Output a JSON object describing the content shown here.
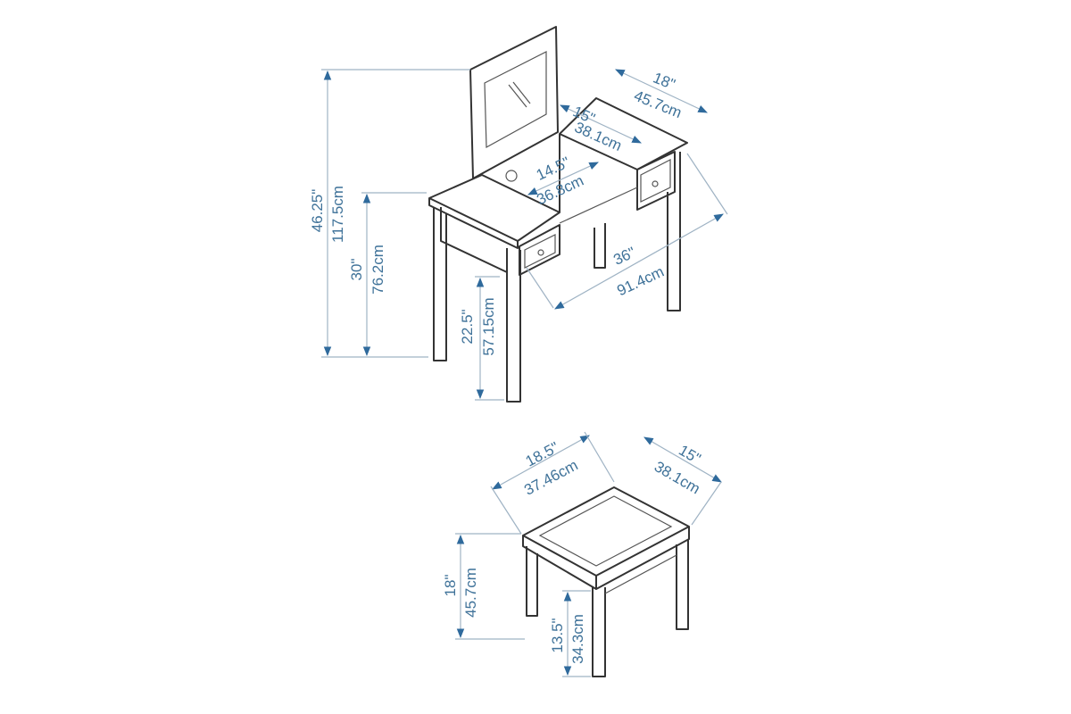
{
  "vanity": {
    "total_height_in": "46.25\"",
    "total_height_cm": "117.5cm",
    "table_height_in": "30\"",
    "table_height_cm": "76.2cm",
    "leg_clearance_in": "22.5\"",
    "leg_clearance_cm": "57.15cm",
    "depth_in": "18\"",
    "depth_cm": "45.7cm",
    "compartment_depth_in": "15\"",
    "compartment_depth_cm": "38.1cm",
    "compartment_width_in": "14.5\"",
    "compartment_width_cm": "36.8cm",
    "width_in": "36\"",
    "width_cm": "91.4cm"
  },
  "stool": {
    "width_in": "18.5\"",
    "width_cm": "37.46cm",
    "depth_in": "15\"",
    "depth_cm": "38.1cm",
    "height_in": "18\"",
    "height_cm": "45.7cm",
    "leg_clearance_in": "13.5\"",
    "leg_clearance_cm": "34.3cm"
  },
  "colors": {
    "dimension": "#3f7299",
    "outline": "#333333"
  }
}
